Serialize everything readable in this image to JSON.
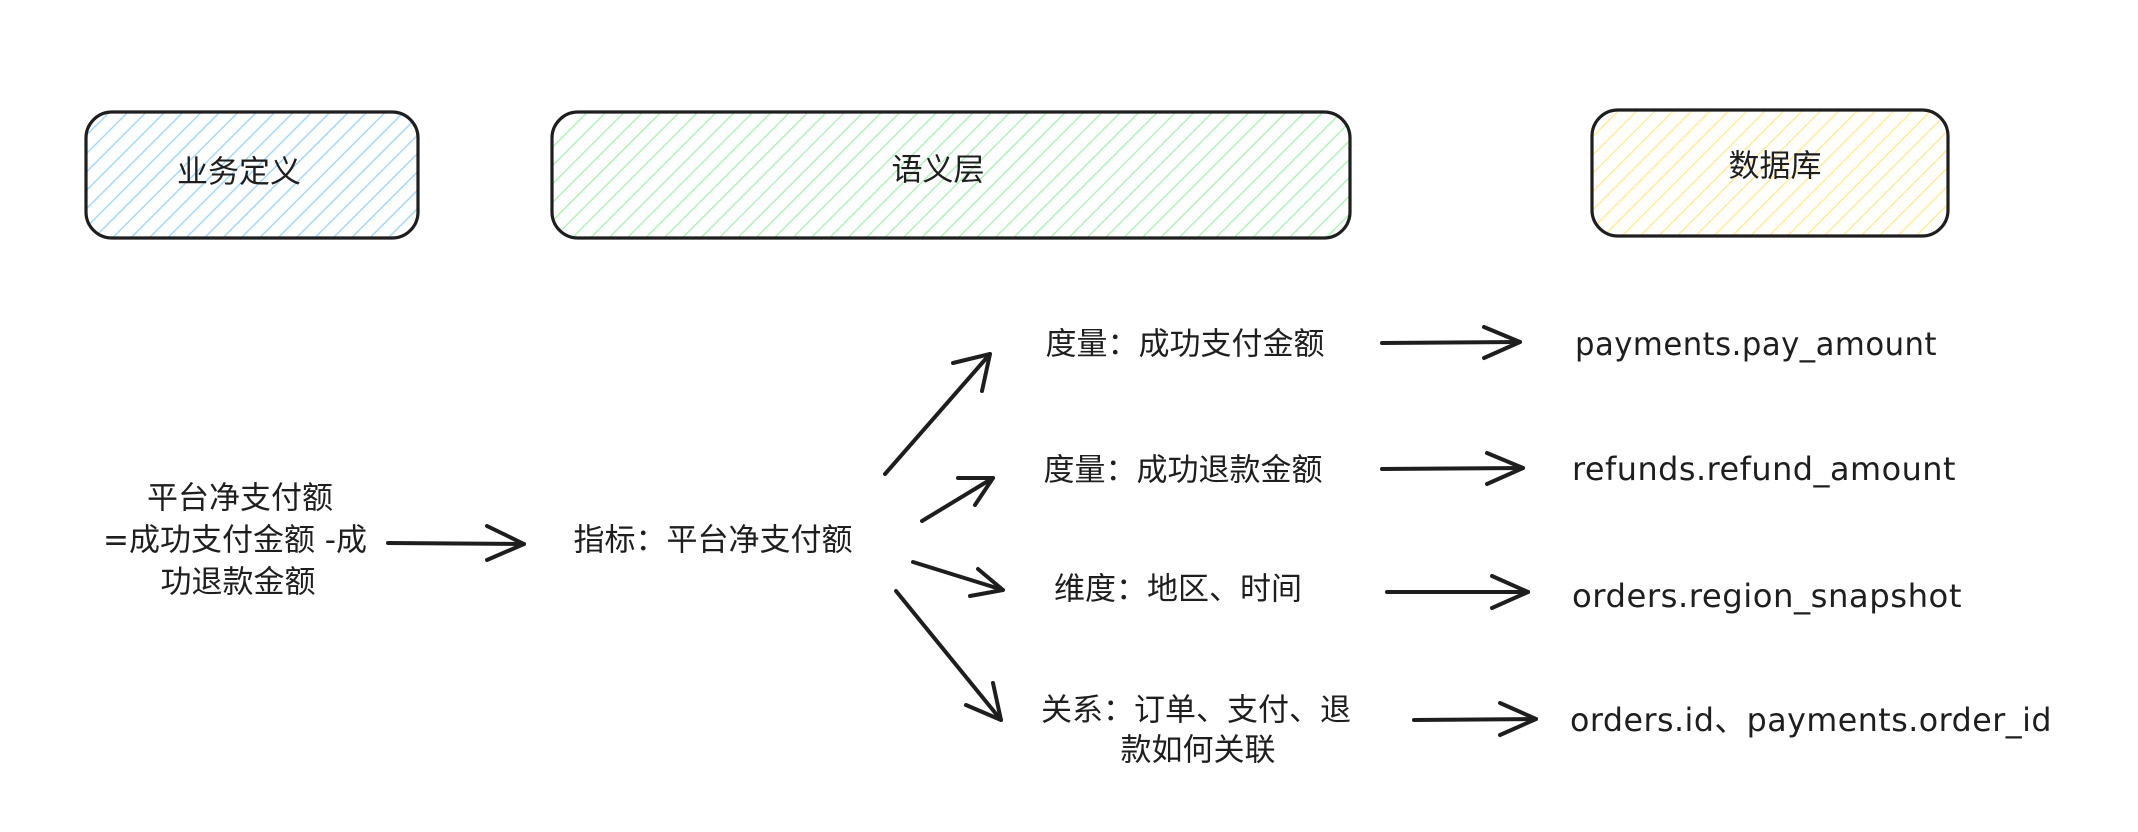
{
  "colors": {
    "ink": "#1e1e1e",
    "business_fill": "#a5d8ff",
    "semantic_fill": "#b2f2bb",
    "database_fill": "#ffec99"
  },
  "headers": {
    "business": "业务定义",
    "semantic": "语义层",
    "database": "数据库"
  },
  "business_definition": {
    "lines": [
      "平台净支付额",
      "=成功支付金额 -成",
      "功退款金额"
    ]
  },
  "metric": {
    "label": "指标：平台净支付额"
  },
  "semantic_items": [
    {
      "lines": [
        "度量：成功支付金额"
      ]
    },
    {
      "lines": [
        "度量：成功退款金额"
      ]
    },
    {
      "lines": [
        "维度：地区、时间"
      ]
    },
    {
      "lines": [
        "关系：订单、支付、退",
        "款如何关联"
      ]
    }
  ],
  "db_fields": [
    {
      "label": "payments.pay_amount"
    },
    {
      "label": "refunds.refund_amount"
    },
    {
      "label": "orders.region_snapshot"
    },
    {
      "label": "orders.id、payments.order_id"
    }
  ]
}
